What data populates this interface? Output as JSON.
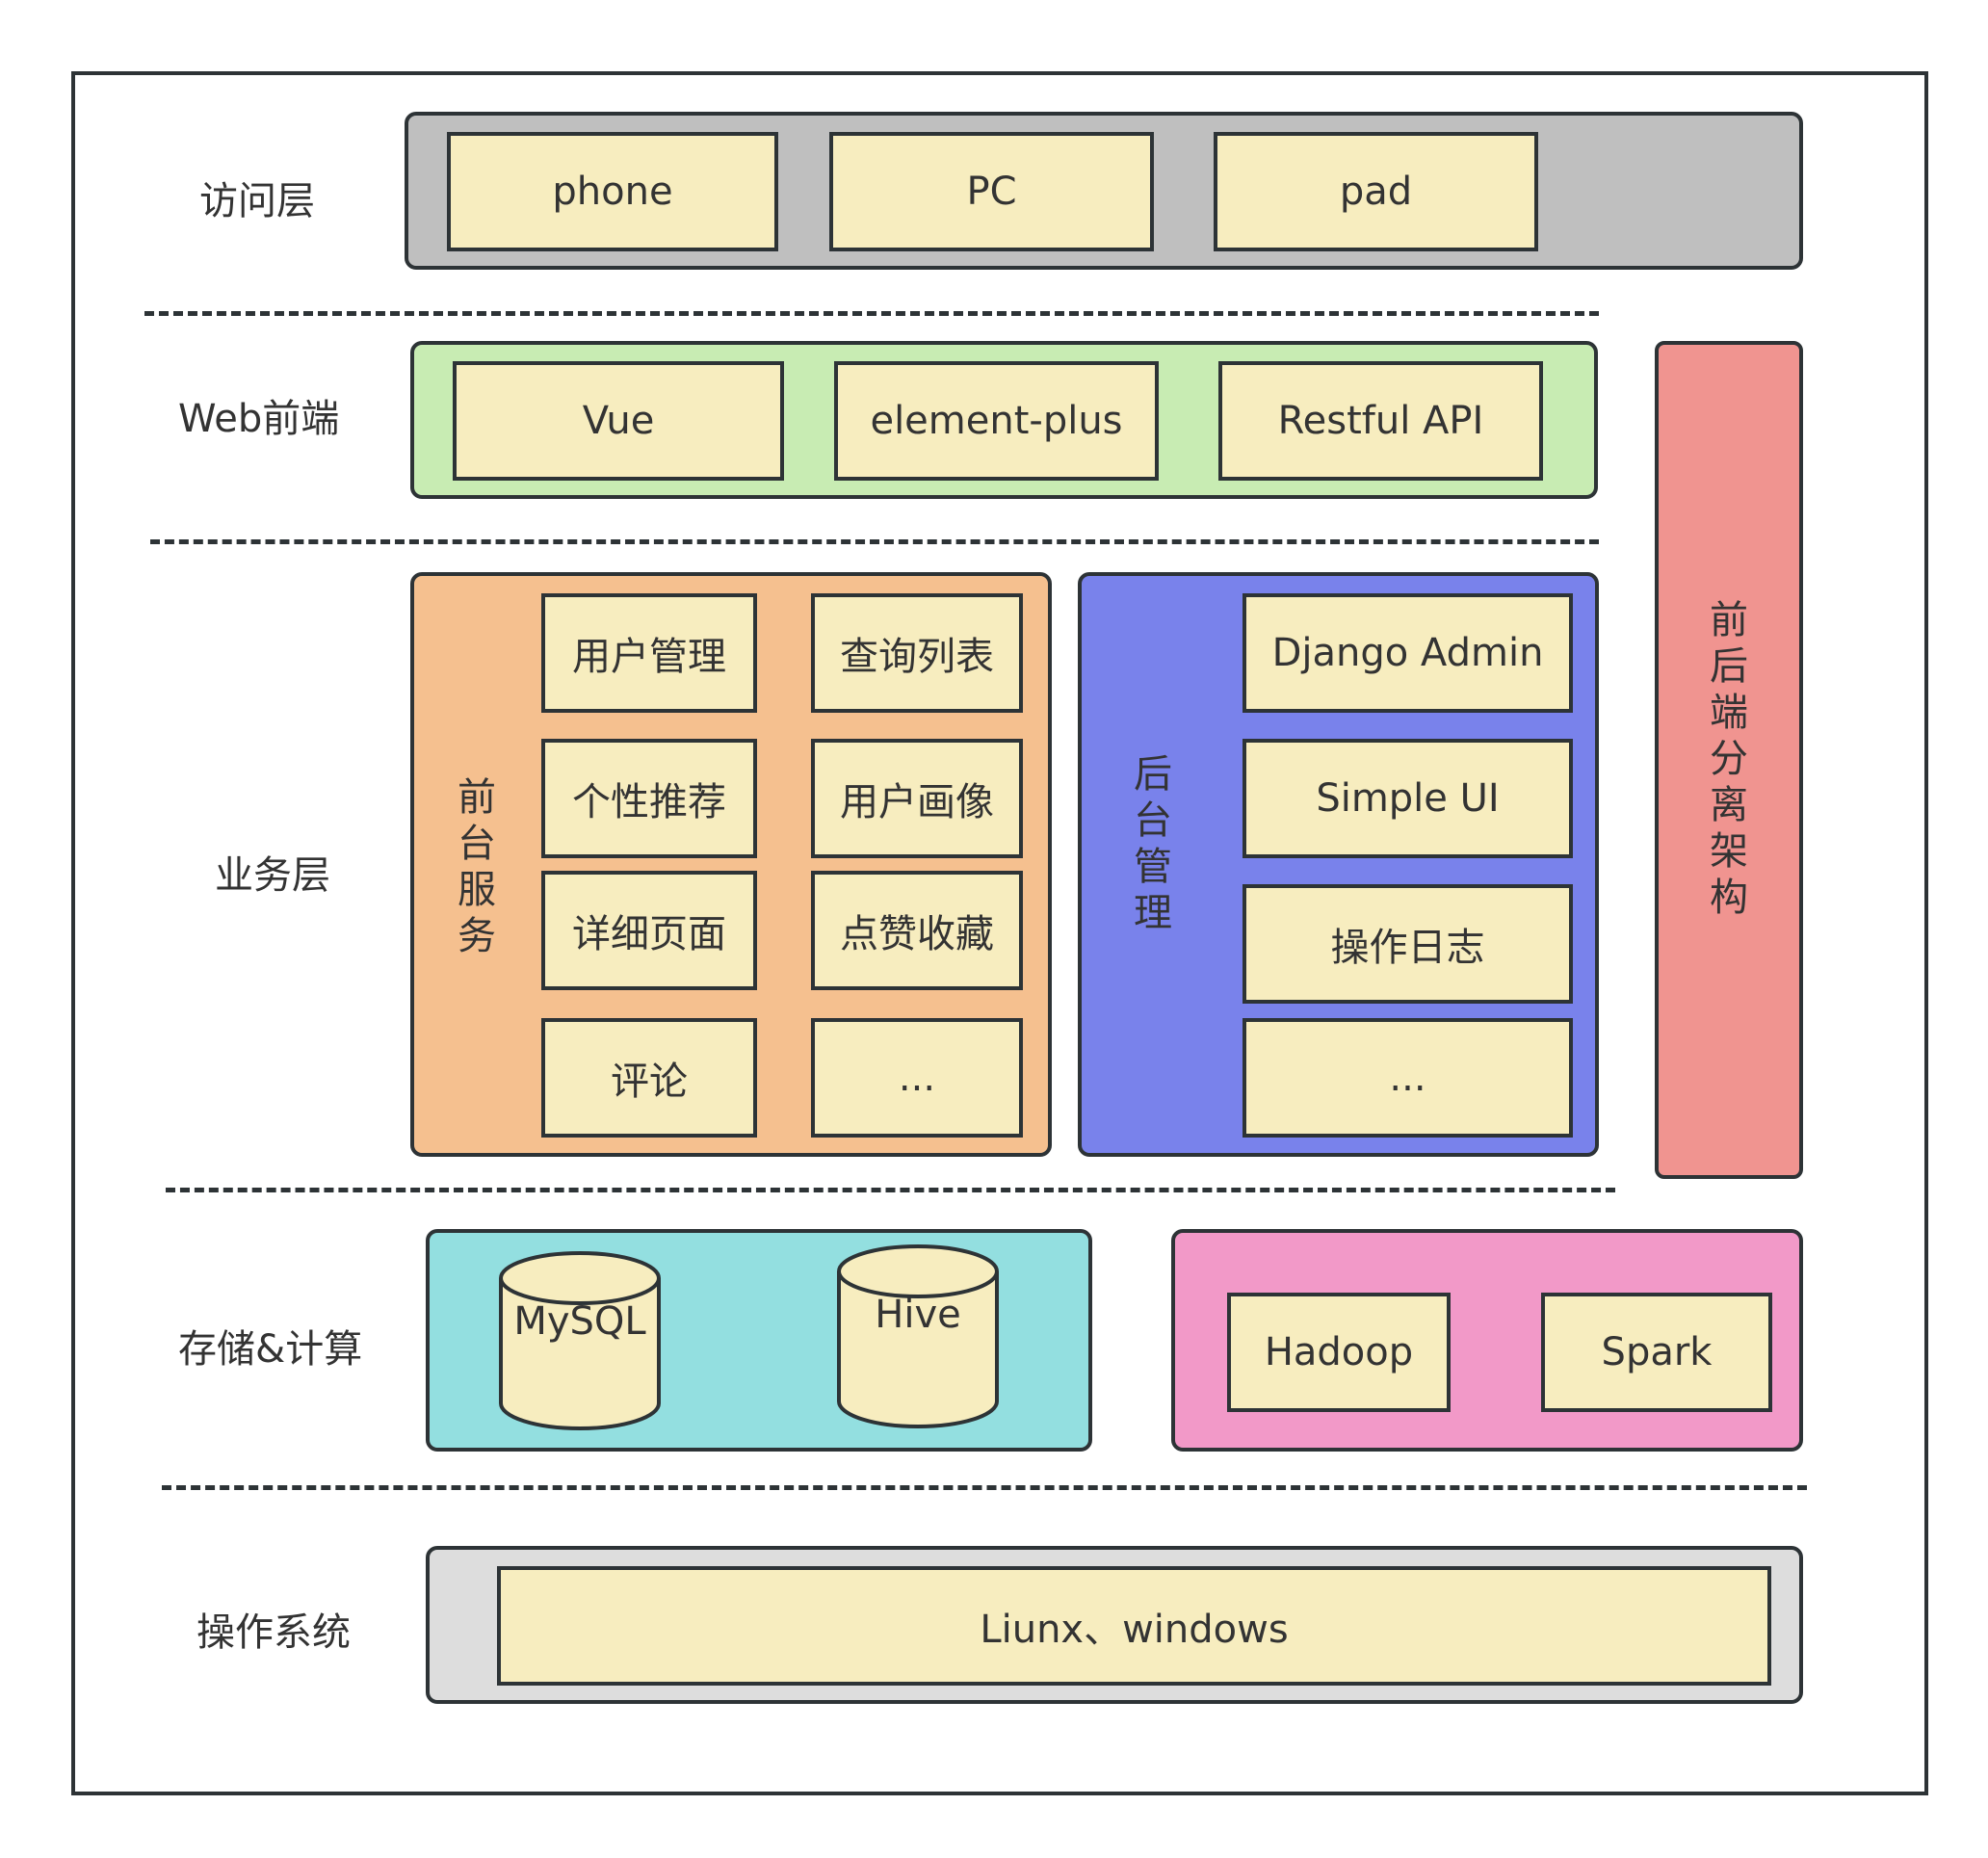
{
  "layers": {
    "access": "访问层",
    "web": "Web前端",
    "business": "业务层",
    "storage": "存储&计算",
    "os": "操作系统"
  },
  "access": {
    "items": [
      "phone",
      "PC",
      "pad"
    ]
  },
  "web": {
    "items": [
      "Vue",
      "element-plus",
      "Restful API"
    ]
  },
  "frontend_service": {
    "title": "前台服务",
    "items": [
      "用户管理",
      "查询列表",
      "个性推荐",
      "用户画像",
      "详细页面",
      "点赞收藏",
      "评论",
      "..."
    ]
  },
  "backend_admin": {
    "title": "后台管理",
    "items": [
      "Django Admin",
      "Simple UI",
      "操作日志",
      "..."
    ]
  },
  "architecture": {
    "title": "前后端分离架构"
  },
  "storage": {
    "databases": [
      "MySQL",
      "Hive"
    ]
  },
  "compute": {
    "items": [
      "Hadoop",
      "Spark"
    ]
  },
  "os": {
    "value": "Liunx、windows"
  },
  "colors": {
    "access_panel": "#bfbfbf",
    "web_panel": "#c8ecb3",
    "frontend_panel": "#f5c08f",
    "backend_panel": "#7982eb",
    "architecture_panel": "#f09490",
    "storage_panel": "#93dfe0",
    "compute_panel": "#f299c8",
    "os_panel": "#dddddd",
    "box_fill": "#f7edbf",
    "stroke": "#2d3336"
  }
}
